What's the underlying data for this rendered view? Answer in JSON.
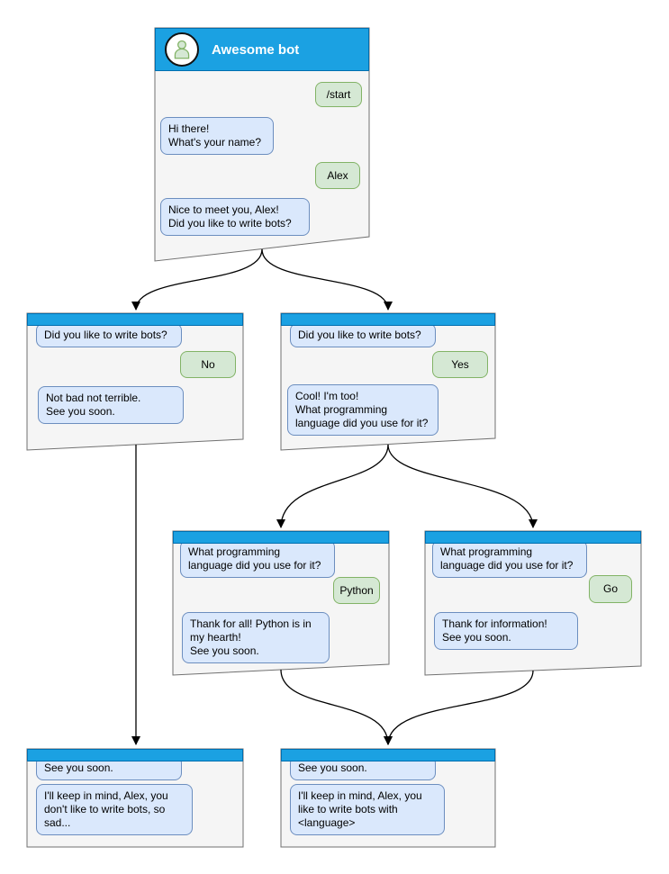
{
  "diagram_type": "chatbot-conversation-flowchart",
  "colors": {
    "header_blue": "#1BA1E2",
    "header_border": "#006EAF",
    "window_fill": "#F5F5F5",
    "window_border": "#707070",
    "bot_bubble_fill": "#DAE8FC",
    "bot_bubble_border": "#6C8EBF",
    "user_bubble_fill": "#D5E8D4",
    "user_bubble_border": "#82B366",
    "arrow": "#000000"
  },
  "icons": {
    "avatar": "person-icon"
  },
  "windows": {
    "root": {
      "title": "Awesome bot",
      "messages": {
        "start": "/start",
        "greet": "Hi there!\nWhat's your name?",
        "name": "Alex",
        "ask_bots": "Nice to meet you, Alex!\nDid you like to write bots?"
      }
    },
    "no_branch": {
      "question": "Did you like to write bots?",
      "answer": "No",
      "reply": "Not bad not terrible.\nSee you soon."
    },
    "yes_branch": {
      "question": "Did you like to write bots?",
      "answer": "Yes",
      "reply": "Cool! I'm too!\nWhat programming\nlanguage did you use for it?"
    },
    "python_branch": {
      "question": "What programming\nlanguage did you use for it?",
      "answer": "Python",
      "reply": "Thank for all! Python is in\nmy hearth!\nSee you soon."
    },
    "go_branch": {
      "question": "What programming\nlanguage did you use for it?",
      "answer": "Go",
      "reply": "Thank for information!\nSee you soon."
    },
    "end_no": {
      "question": "See you soon.",
      "reply": "I'll keep in mind, Alex, you\ndon't like to write bots, so\nsad..."
    },
    "end_yes": {
      "question": "See you soon.",
      "reply": "I'll keep in mind, Alex, you\nlike to write bots with\n<language>"
    }
  }
}
